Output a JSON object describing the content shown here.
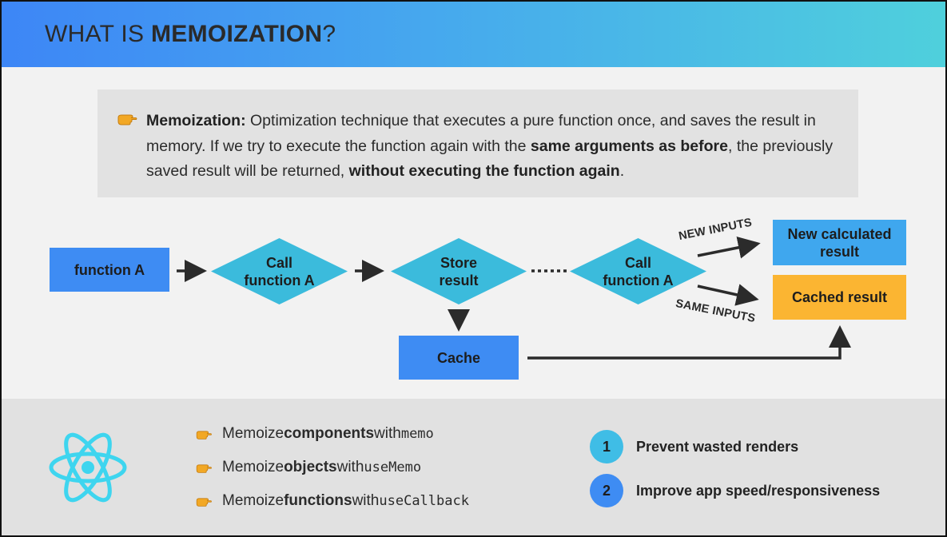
{
  "header": {
    "title_prefix": "WHAT IS ",
    "title_bold": "MEMOIZATION",
    "title_suffix": "?"
  },
  "definition": {
    "term": "Memoization:",
    "text1": " Optimization technique that executes a pure function once, and saves the result in memory. If we try to execute the function again with the ",
    "bold1": "same arguments as before",
    "text2": ", the previously saved result will be returned, ",
    "bold2": "without executing the function again",
    "text3": "."
  },
  "flow": {
    "function_a": "function A",
    "call_1": [
      "Call",
      "function A"
    ],
    "store": [
      "Store",
      "result"
    ],
    "call_2": [
      "Call",
      "function A"
    ],
    "cache": "Cache",
    "new_inputs": "NEW INPUTS",
    "same_inputs": "SAME INPUTS",
    "new_result": [
      "New calculated",
      "result"
    ],
    "cached_result": "Cached result"
  },
  "bullets": [
    {
      "pre": "Memoize ",
      "bold": "components",
      "mid": " with ",
      "code": "memo"
    },
    {
      "pre": "Memoize ",
      "bold": "objects",
      "mid": " with ",
      "code": "useMemo"
    },
    {
      "pre": "Memoize ",
      "bold": "functions",
      "mid": " with ",
      "code": "useCallback"
    }
  ],
  "benefits": [
    {
      "num": "1",
      "text": "Prevent wasted renders"
    },
    {
      "num": "2",
      "text": "Improve app speed/responsiveness"
    }
  ],
  "icons": [
    "pointing-hand-icon",
    "react-logo-icon",
    "arrow-icon"
  ],
  "colors": {
    "header_start": "#3d86f6",
    "header_end": "#4fd0dc",
    "blue": "#3e8cf3",
    "light_blue": "#3fa7ee",
    "teal": "#3bbbdc",
    "orange": "#fbb532",
    "react": "#3ed5ef"
  }
}
